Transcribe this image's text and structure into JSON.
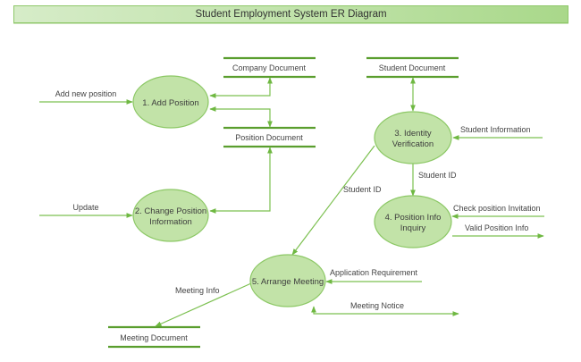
{
  "title": "Student Employment System ER Diagram",
  "colors": {
    "process_fill": "#c2e3a8",
    "process_stroke": "#8cc865",
    "flow": "#7cc050",
    "store_line": "#5a9e2e"
  },
  "processes": [
    {
      "id": "p1",
      "line1": "1. Add Position",
      "line2": ""
    },
    {
      "id": "p2",
      "line1": "2. Change Position",
      "line2": "Information"
    },
    {
      "id": "p3",
      "line1": "3. Identity",
      "line2": "Verification"
    },
    {
      "id": "p4",
      "line1": "4. Position Info",
      "line2": "Inquiry"
    },
    {
      "id": "p5",
      "line1": "5. Arrange Meeting",
      "line2": ""
    }
  ],
  "stores": [
    {
      "id": "s1",
      "label": "Company Document"
    },
    {
      "id": "s2",
      "label": "Position Document"
    },
    {
      "id": "s3",
      "label": "Student Document"
    },
    {
      "id": "s4",
      "label": "Meeting Document"
    }
  ],
  "flows": [
    {
      "id": "f1",
      "label": "Add new position"
    },
    {
      "id": "f2",
      "label": "Update"
    },
    {
      "id": "f3",
      "label": "Student Information"
    },
    {
      "id": "f4",
      "label": "Student ID"
    },
    {
      "id": "f5",
      "label": "Student ID"
    },
    {
      "id": "f6",
      "label": "Check position Invitation"
    },
    {
      "id": "f7",
      "label": "Valid Position Info"
    },
    {
      "id": "f8",
      "label": "Application Requirement"
    },
    {
      "id": "f9",
      "label": "Meeting Notice"
    },
    {
      "id": "f10",
      "label": "Meeting Info"
    }
  ]
}
